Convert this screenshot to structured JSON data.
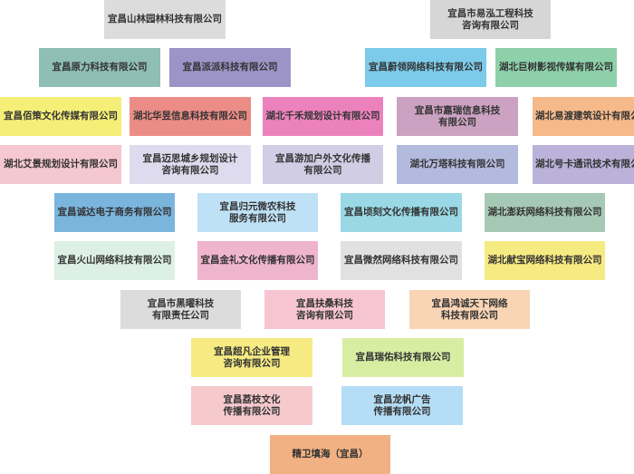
{
  "companies": [
    {
      "name": "宜昌山林园林科技有限公司",
      "color": "#dcdcdc"
    },
    {
      "name": "宜昌市易泓工程科技\n咨询有限公司",
      "color": "#d6d6d6"
    },
    {
      "name": "宜昌原力科技有限公司",
      "color": "#8fbfb4"
    },
    {
      "name": "宜昌派派科技有限公司",
      "color": "#9c93c6"
    },
    {
      "name": "宜昌蔚领网络科技有限公司",
      "color": "#7ccbea"
    },
    {
      "name": "湖北巨树影视传媒有限公司",
      "color": "#8dd0a9"
    },
    {
      "name": "宜昌佰策文化传媒有限公司",
      "color": "#f5ef78"
    },
    {
      "name": "湖北华昱信息科技有限公司",
      "color": "#ec8c86"
    },
    {
      "name": "湖北千禾规划设计有限公司",
      "color": "#ec82bd"
    },
    {
      "name": "宜昌市嘉瑞信息科技\n有限公司",
      "color": "#cba2c2"
    },
    {
      "name": "湖北易渡建筑设计有限公司",
      "color": "#f5b98a"
    },
    {
      "name": "湖北艾景规划设计有限公司",
      "color": "#f4c7d1"
    },
    {
      "name": "宜昌迈思城乡规划设计\n咨询有限公司",
      "color": "#dddbed"
    },
    {
      "name": "宜昌游加户外文化传播\n有限公司",
      "color": "#d1cde5"
    },
    {
      "name": "湖北万塔科技有限公司",
      "color": "#b2badd"
    },
    {
      "name": "湖北号卡通讯技术有限公司",
      "color": "#bab2d9"
    },
    {
      "name": "宜昌诚达电子商务有限公司",
      "color": "#7ab5dd"
    },
    {
      "name": "宜昌归元微农科技\n服务有限公司",
      "color": "#bfe1f6"
    },
    {
      "name": "宜昌顷刻文化传播有限公司",
      "color": "#9ad8e5"
    },
    {
      "name": "湖北澎跃网络科技有限公司",
      "color": "#a6c9b6"
    },
    {
      "name": "宜昌火山网络科技有限公司",
      "color": "#ddf0e5"
    },
    {
      "name": "宜昌金礼文化传播有限公司",
      "color": "#efb5cd"
    },
    {
      "name": "宜昌微然网络科技有限公司",
      "color": "#e1e1e1"
    },
    {
      "name": "湖北献宝网络科技有限公司",
      "color": "#f6ea82"
    },
    {
      "name": "宜昌市黑曜科技\n有限责任公司",
      "color": "#dcdcdc"
    },
    {
      "name": "宜昌扶桑科技\n咨询有限公司",
      "color": "#f6c5d1"
    },
    {
      "name": "宜昌鸿诚天下网络\n科技有限公司",
      "color": "#f9d5b5"
    },
    {
      "name": "宜昌超凡企业管理\n咨询有限公司",
      "color": "#f6ea82"
    },
    {
      "name": "宜昌瑞佑科技有限公司",
      "color": "#d7eea2"
    },
    {
      "name": "宜昌荔枝文化\n传播有限公司",
      "color": "#f6c9cd"
    },
    {
      "name": "宜昌龙帆广告\n传播有限公司",
      "color": "#b5ddf6"
    },
    {
      "name": "精卫填海（宜昌）",
      "color": "#f1b182"
    }
  ]
}
